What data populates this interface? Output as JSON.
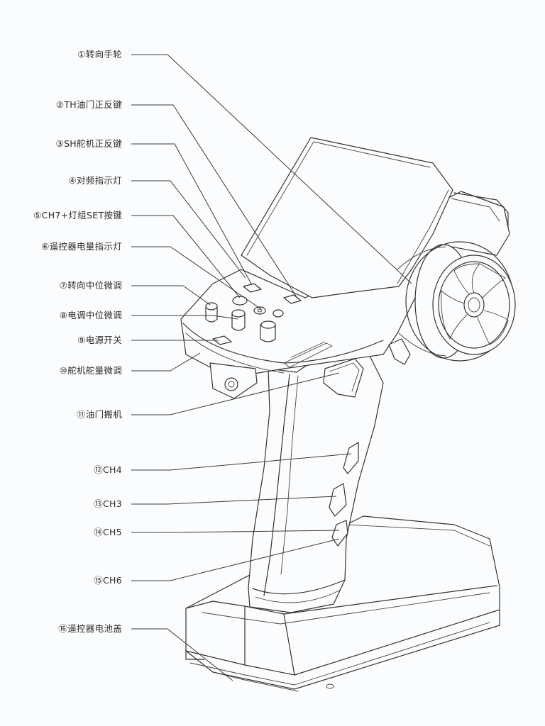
{
  "callouts": [
    {
      "num": "①",
      "text": "转向手轮"
    },
    {
      "num": "②",
      "text": "TH油门正反键"
    },
    {
      "num": "③",
      "text": "SH舵机正反键"
    },
    {
      "num": "④",
      "text": "对频指示灯"
    },
    {
      "num": "⑤",
      "text": "CH7+灯组SET按键"
    },
    {
      "num": "⑥",
      "text": "遥控器电量指示灯"
    },
    {
      "num": "⑦",
      "text": "转向中位微调"
    },
    {
      "num": "⑧",
      "text": "电调中位微调"
    },
    {
      "num": "⑨",
      "text": "电源开关"
    },
    {
      "num": "⑩",
      "text": "舵机舵量微调"
    },
    {
      "num": "⑪",
      "text": "油门搬机"
    },
    {
      "num": "⑫",
      "text": "CH4"
    },
    {
      "num": "⑬",
      "text": "CH3"
    },
    {
      "num": "⑭",
      "text": "CH5"
    },
    {
      "num": "⑮",
      "text": "CH6"
    },
    {
      "num": "⑯",
      "text": "遥控器电池盖"
    }
  ]
}
